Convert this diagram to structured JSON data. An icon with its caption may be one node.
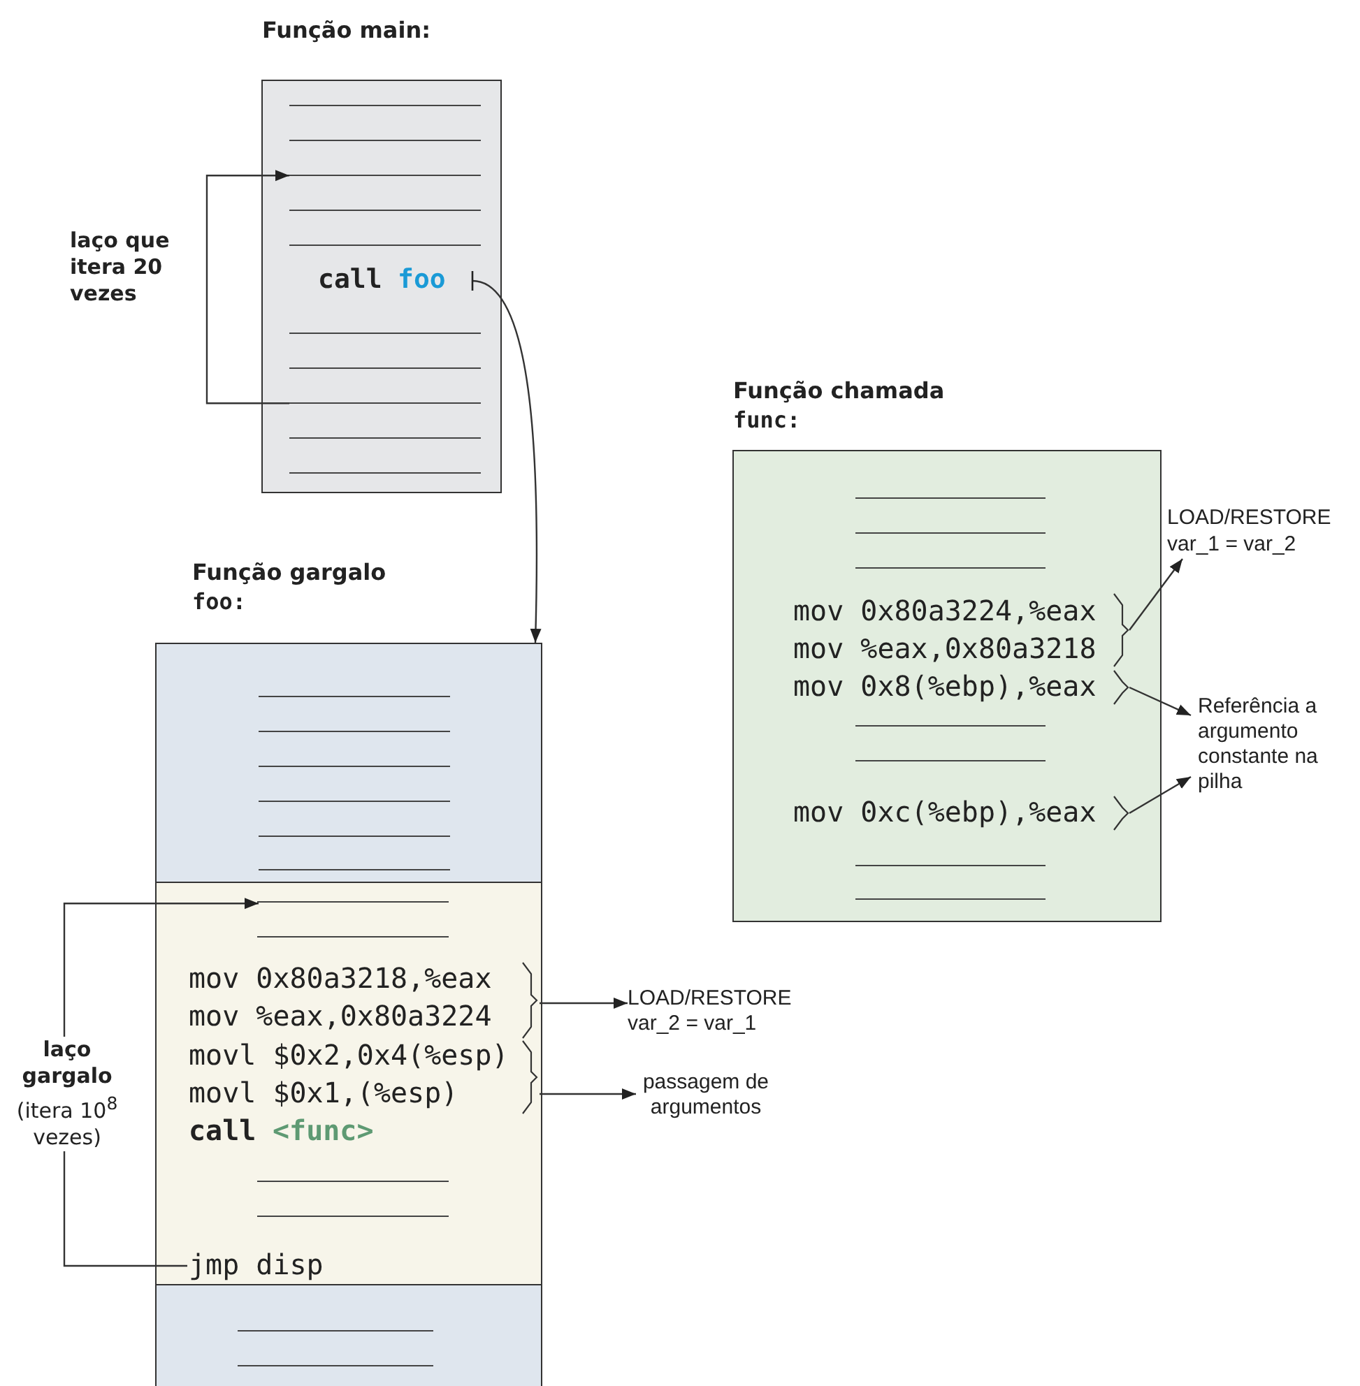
{
  "diagram": {
    "nodes": [
      {
        "text": [
          "Função main:"
        ]
      },
      {
        "text": [
          "call",
          "foo"
        ],
        "in": 0
      },
      {
        "text": [
          "Função gargalo",
          "foo:"
        ]
      },
      {
        "text": [
          "call",
          "<func>"
        ],
        "in": 2
      },
      {
        "text": [
          "mov 0x80a3218,%eax",
          "mov %eax,0x80a3224"
        ],
        "in": 3
      },
      {
        "text": [
          "movl $0x2,0x4(%esp)",
          "movl $0x1,(%esp)"
        ],
        "in": 3
      },
      {
        "text": [
          "LOAD/RESTORE",
          "var_2 = var_1"
        ]
      },
      {
        "text": [
          "passagem de argumentos"
        ]
      },
      {
        "text": [
          "Função chamada",
          "func:"
        ]
      },
      {
        "text": [
          "mov 0x80a3224,%eax",
          "mov %eax,0x80a3218"
        ],
        "in": 8
      },
      {
        "text": [
          "mov 0x8(%ebp),%eax"
        ],
        "in": 8
      },
      {
        "text": [
          "mov 0xc(%ebp),%eax"
        ],
        "in": 8
      },
      {
        "text": [
          "LOAD/RESTORE",
          "var_1 = var_2"
        ]
      },
      {
        "text": [
          "Referência a argumento constante na pilha"
        ]
      },
      {
        "text": [],
        "shape": "line",
        "in": 0
      },
      {
        "text": [],
        "shape": "line",
        "in": 0
      },
      {
        "text": [
          "jmp disp"
        ],
        "in": 3
      },
      {
        "text": [],
        "shape": "line",
        "in": 3
      }
    ],
    "edges": [
      {
        "from": 15,
        "to": 14,
        "arrow": "to",
        "label": "laço que itera 20 vezes"
      },
      {
        "from": 1,
        "to": 2,
        "arrow": "to"
      },
      {
        "from": 16,
        "to": 17,
        "arrow": "to",
        "label": "**laço gargalo** (itera 10$^{8}$ vezes)"
      },
      {
        "from": 4,
        "to": 6,
        "arrow": "to"
      },
      {
        "from": 5,
        "to": 7,
        "arrow": "to"
      },
      {
        "from": 9,
        "to": 12,
        "arrow": "to"
      },
      {
        "from": 10,
        "to": 13,
        "arrow": "to"
      },
      {
        "from": 11,
        "to": 13,
        "arrow": "to"
      }
    ]
  }
}
